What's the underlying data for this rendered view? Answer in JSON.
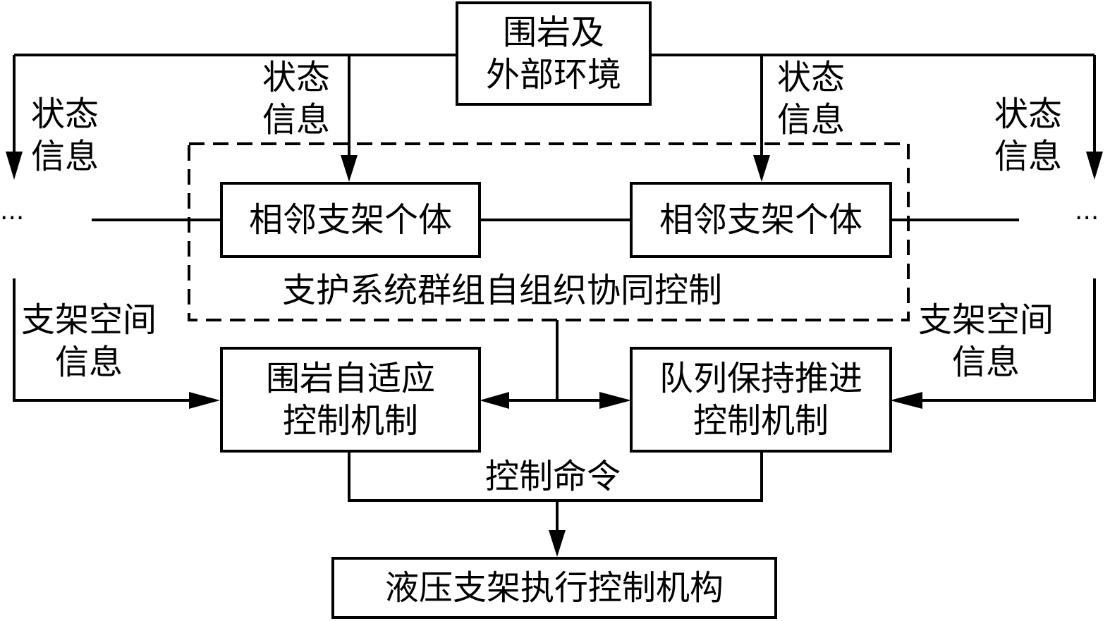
{
  "environment_box": {
    "line1": "围岩及",
    "line2": "外部环境"
  },
  "state_info": {
    "line1": "状态",
    "line2": "信息"
  },
  "neighbor_support": {
    "left": "相邻支架个体",
    "right": "相邻支架个体"
  },
  "group_control_label": "支护系统群组自组织协同控制",
  "space_info": {
    "line1": "支架空间",
    "line2": "信息"
  },
  "adaptive_box": {
    "line1": "围岩自适应",
    "line2": "控制机制"
  },
  "queue_box": {
    "line1": "队列保持推进",
    "line2": "控制机制"
  },
  "control_command": "控制命令",
  "executor_box": "液压支架执行控制机构",
  "ellipsis": "···"
}
